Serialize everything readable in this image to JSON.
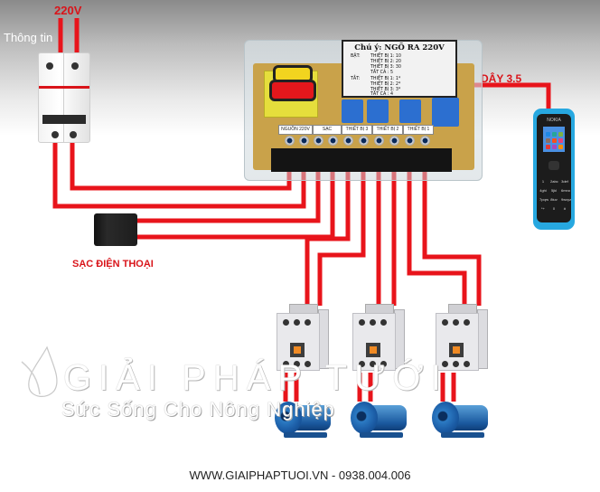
{
  "labels": {
    "power_source": "220V",
    "info": "Thông tin",
    "audio_cable": "DÂY 3.5",
    "phone_charger": "SẠC ĐIỆN THOẠI",
    "footer": "WWW.GIAIPHAPTUOI.VN - 0938.004.006"
  },
  "notice": {
    "title": "Chú ý: NGÕ RA 220V",
    "on_label": "BẬT:",
    "off_label": "TẮT:",
    "on_rows": [
      "THIẾT BỊ 1: 10",
      "THIẾT BỊ 2: 20",
      "THIẾT BỊ 3: 30",
      "TẤT CẢ    : 5"
    ],
    "off_rows": [
      "THIẾT BỊ 1: 1*",
      "THIẾT BỊ 2: 2*",
      "THIẾT BỊ 3: 3*",
      "TẤT CẢ    : 4"
    ]
  },
  "terminals": [
    "NGUỒN 220V",
    "SẠC",
    "THIẾT BỊ 3",
    "THIẾT BỊ 2",
    "THIẾT BỊ 1"
  ],
  "phone": {
    "brand": "NOKIA",
    "keys": [
      "1",
      "2abc",
      "3def",
      "4ghi",
      "5jkl",
      "6mno",
      "7pqrs",
      "8tuv",
      "9wxyz",
      "*+",
      "0",
      "#"
    ]
  },
  "watermark": {
    "brand": "GIẢI PHÁP TƯỚI",
    "slogan": "Sức Sống Cho Nông Nghiệp"
  },
  "devices": [
    "contactor-1",
    "contactor-2",
    "contactor-3"
  ],
  "colors": {
    "wire": "#e8141b",
    "label_red": "#d9141a",
    "phone_body": "#27a8e0",
    "relay_blue": "#2c6fd0"
  }
}
